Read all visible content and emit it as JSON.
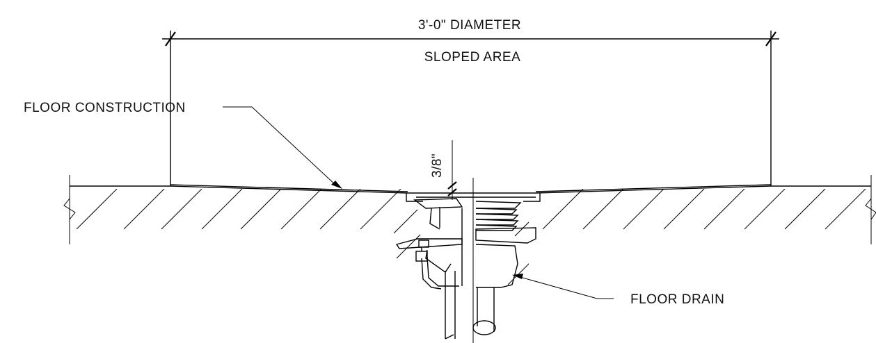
{
  "labels": {
    "diameter": "3'-0\" DIAMETER",
    "sloped_area": "SLOPED AREA",
    "floor_construction": "FLOOR CONSTRUCTION",
    "dimension": "3/8\"",
    "floor_drain": "FLOOR DRAIN"
  }
}
